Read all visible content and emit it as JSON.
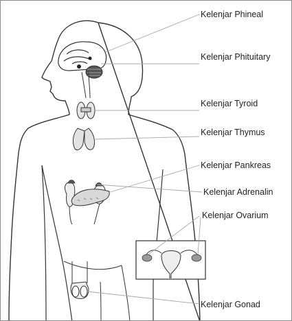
{
  "labels": {
    "phineal": "Kelenjar Phineal",
    "phituitary": "Kelenjar Phituitary",
    "tyroid": "Kelenjar Tyroid",
    "thymus": "Kelenjar Thymus",
    "pankreas": "Kelenjar Pankreas",
    "adrenalin": "Kelenjar Adrenalin",
    "ovarium": "Kelenjar Ovarium",
    "gonad": "Kelenjar Gonad"
  },
  "colors": {
    "outline": "#333333",
    "leader_line": "#a8a8a8",
    "text": "#222222"
  }
}
